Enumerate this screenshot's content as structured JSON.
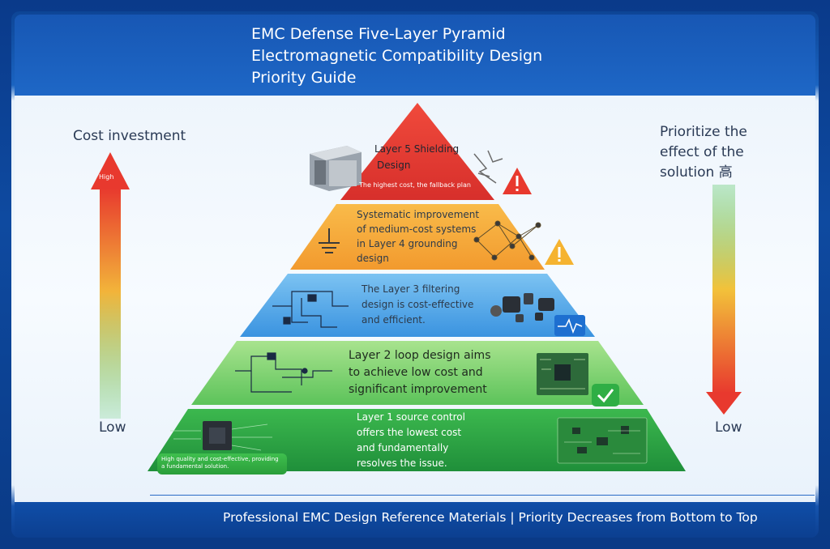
{
  "header": {
    "title_lines": [
      "EMC Defense Five-Layer Pyramid",
      "Electromagnetic Compatibility Design",
      "Priority Guide"
    ]
  },
  "left_axis": {
    "label": "Cost investment",
    "high_label": "High",
    "low_label": "Low",
    "arrow_color_top": "#e8392e",
    "arrow_color_bottom": "#3fbf4e"
  },
  "right_axis": {
    "label_lines": [
      "Prioritize the",
      "effect of the",
      "solution 高"
    ],
    "low_label": "Low",
    "arrow_color_top": "#3fbf4e",
    "arrow_color_bottom": "#e8392e"
  },
  "layers": [
    {
      "id": 5,
      "lines": [
        "Layer 5 Shielding",
        "Design"
      ],
      "sub": "The highest cost, the fallback plan",
      "color": "#e83a33",
      "icon": "warning-icon"
    },
    {
      "id": 4,
      "lines": [
        "Systematic improvement",
        "of medium-cost systems",
        "in Layer 4 grounding",
        "design"
      ],
      "color": "#f5a834",
      "icon": "warning-icon"
    },
    {
      "id": 3,
      "lines": [
        "The Layer 3 filtering",
        "design is cost-effective",
        "and efficient."
      ],
      "color": "#4aa3e8",
      "icon": "waveform-icon"
    },
    {
      "id": 2,
      "lines": [
        "Layer 2 loop design aims",
        "to achieve low cost and",
        "significant improvement"
      ],
      "color": "#7fd16a",
      "icon": "checkmark-icon"
    },
    {
      "id": 1,
      "lines": [
        "Layer 1 source control",
        "offers the lowest cost",
        "and fundamentally",
        "resolves the issue."
      ],
      "badge": "High quality and cost-effective, providing a fundamental solution.",
      "color": "#2faa45",
      "icon": "chip-icon"
    }
  ],
  "footer": {
    "text": "Professional EMC Design Reference Materials | Priority Decreases from Bottom to Top"
  }
}
